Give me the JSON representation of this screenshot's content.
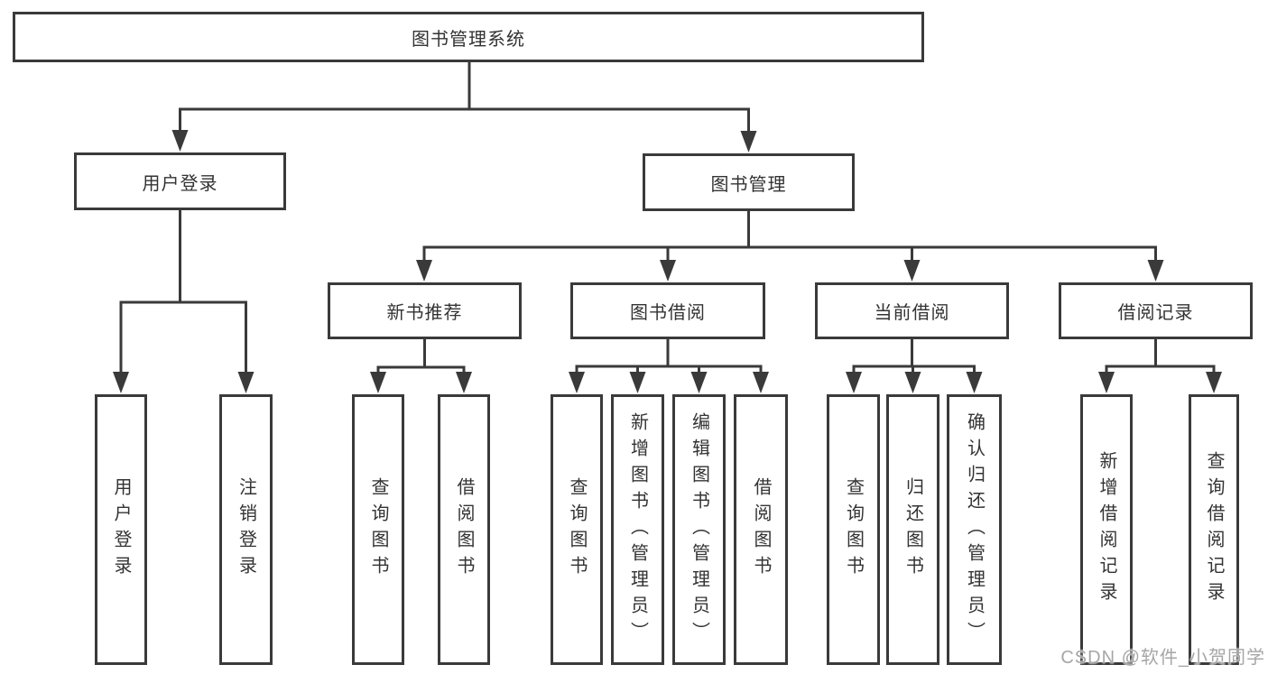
{
  "diagram": {
    "root": {
      "label": "图书管理系统"
    },
    "level2": [
      {
        "label": "用户登录"
      },
      {
        "label": "图书管理"
      }
    ],
    "level3": [
      {
        "label": "新书推荐"
      },
      {
        "label": "图书借阅"
      },
      {
        "label": "当前借阅"
      },
      {
        "label": "借阅记录"
      }
    ],
    "level4": {
      "user_login": [
        "用户登录",
        "注销登录"
      ],
      "new_book": [
        "查询图书",
        "借阅图书"
      ],
      "book_borrow": [
        "查询图书",
        "新增图书（管理员）",
        "编辑图书（管理员）",
        "借阅图书"
      ],
      "current_borrow": [
        "查询图书",
        "归还图书",
        "确认归还（管理员）"
      ],
      "borrow_record": [
        "新增借阅记录",
        "查询借阅记录"
      ]
    }
  },
  "watermark": {
    "text": "CSDN @软件_小贺同学"
  },
  "colors": {
    "line": "#3a3a3a",
    "text": "#333333",
    "box_fill": "#ffffff",
    "watermark": "#a6a6a6",
    "background": "#ffffff"
  }
}
